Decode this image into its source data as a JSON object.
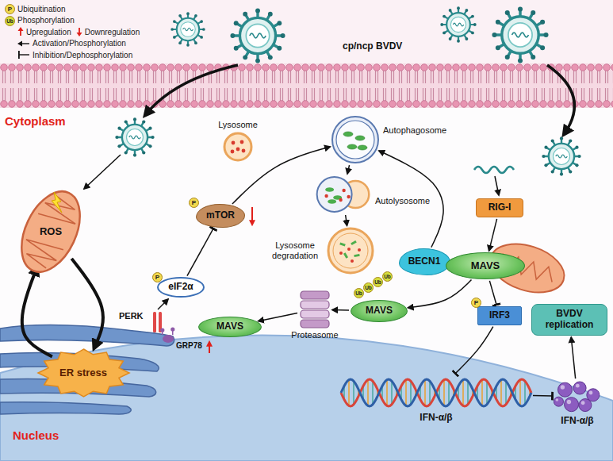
{
  "diagram": {
    "nodes": [
      {
        "text": [
          "ROS"
        ]
      },
      {
        "text": [
          "ER stress"
        ]
      },
      {
        "text": [
          "mTOR"
        ]
      },
      {
        "text": [
          "eIF2α"
        ]
      },
      {
        "text": [
          "Lysosome"
        ]
      },
      {
        "text": [
          "Autophagosome"
        ]
      },
      {
        "text": [
          "Autolysosome"
        ]
      },
      {
        "text": [
          "Lysosome degradation"
        ]
      },
      {
        "text": [
          "RIG-I"
        ]
      },
      {
        "text": [
          "BECN1"
        ]
      },
      {
        "text": [
          "MAVS"
        ]
      },
      {
        "text": [
          "IRF3"
        ]
      },
      {
        "text": [
          "MAVS"
        ]
      },
      {
        "text": [
          "Proteasome"
        ]
      },
      {
        "text": [
          "MAVS"
        ]
      },
      {
        "text": [
          "IFN-α/β"
        ]
      },
      {
        "text": [
          "IFN-α/β"
        ]
      },
      {
        "text": [
          "BVDV replication"
        ]
      }
    ],
    "edges": [
      {
        "from": 0,
        "to": 1,
        "arrow": "to"
      },
      {
        "from": 1,
        "to": 0,
        "arrow": "to"
      },
      {
        "from": 2,
        "to": 5,
        "arrow": "to"
      },
      {
        "from": 3,
        "to": 2,
        "arrow": "to"
      },
      {
        "from": 5,
        "to": 6,
        "arrow": "to"
      },
      {
        "from": 6,
        "to": 7,
        "arrow": "to"
      },
      {
        "from": 8,
        "to": 10,
        "arrow": "to"
      },
      {
        "from": 9,
        "to": 5,
        "arrow": "to"
      },
      {
        "from": 10,
        "to": 12,
        "arrow": "to"
      },
      {
        "from": 12,
        "to": 13,
        "arrow": "to"
      },
      {
        "from": 13,
        "to": 14,
        "arrow": "to"
      },
      {
        "from": 10,
        "to": 11,
        "arrow": "to"
      },
      {
        "from": 11,
        "to": 15,
        "arrow": "to"
      },
      {
        "from": 15,
        "to": 16,
        "arrow": "to"
      },
      {
        "from": 16,
        "to": 17,
        "arrow": "to"
      }
    ],
    "labels": [
      "P",
      "Ub",
      "cp/ncp BVDV",
      "Cytoplasm",
      "PERK",
      "GRP78",
      "P",
      "P",
      "Ub",
      "Ub",
      "Ub",
      "Ub",
      "P",
      "Nucleus"
    ],
    "legend": [
      {
        "text": "Ubiquitination"
      },
      {
        "text": "Phosphorylation"
      },
      {
        "text": "Upregulation"
      },
      {
        "text": "Downregulation"
      },
      {
        "text": "Activation/Phosphorylation"
      },
      {
        "text": "Inhibition/Dephosphorylation"
      }
    ]
  }
}
